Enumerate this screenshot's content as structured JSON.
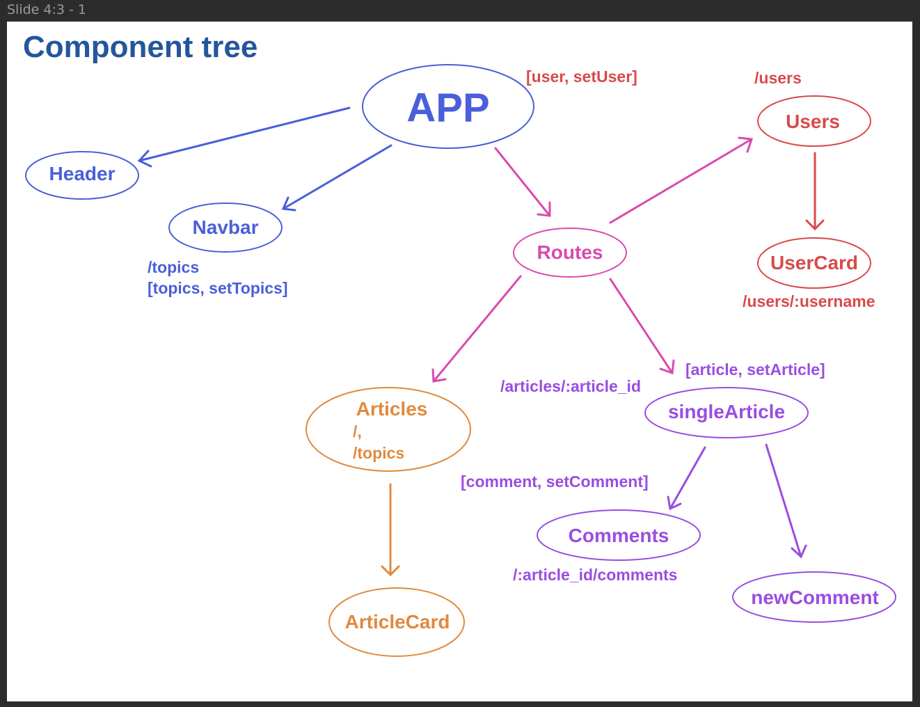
{
  "window": {
    "frame_label": "Slide 4:3 - 1"
  },
  "slide": {
    "title": "Component tree"
  },
  "colors": {
    "title": "#23569c",
    "blue": "#4a5fd9",
    "pink": "#d94aae",
    "red": "#d84a4a",
    "orange": "#e08a3e",
    "purple": "#9a4de0"
  },
  "nodes": {
    "app": "APP",
    "header": "Header",
    "navbar": "Navbar",
    "routes": "Routes",
    "users": "Users",
    "usercard": "UserCard",
    "articles": "Articles",
    "articlecard": "ArticleCard",
    "single_article": "singleArticle",
    "comments": "Comments",
    "new_comment": "newComment"
  },
  "annotations": {
    "app_state": "[user, setUser]",
    "users_path": "/users",
    "usercard_path": "/users/:username",
    "navbar_path": "/topics",
    "navbar_state": "[topics, setTopics]",
    "articles_path_1": "/,",
    "articles_path_2": "/topics",
    "single_article_path": "/articles/:article_id",
    "single_article_state": "[article, setArticle]",
    "comment_state": "[comment, setComment]",
    "comments_path": "/:article_id/comments"
  }
}
